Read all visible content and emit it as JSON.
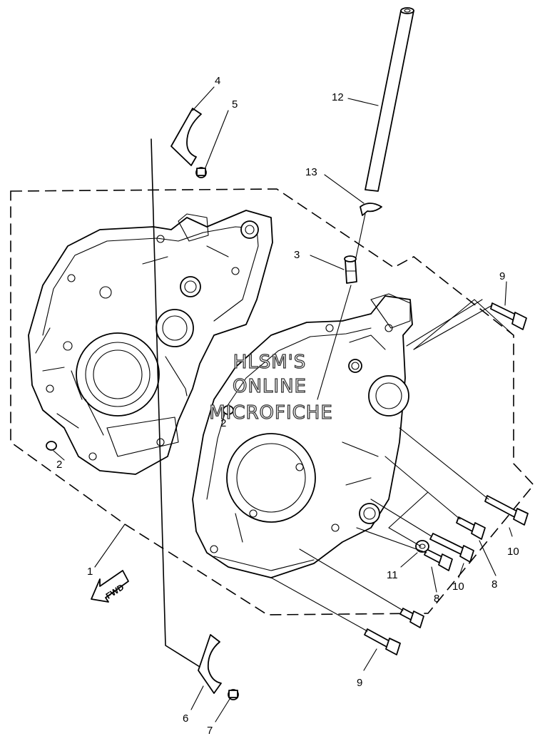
{
  "watermark": {
    "line1": "HLSM'S",
    "line2": "ONLINE",
    "line3": "MICROFICHE"
  },
  "direction_label": "FWD",
  "callouts": {
    "c1": "1",
    "c2a": "2",
    "c2b": "2",
    "c3": "3",
    "c4": "4",
    "c5": "5",
    "c6": "6",
    "c7": "7",
    "c8a": "8",
    "c8b": "8",
    "c9a": "9",
    "c9b": "9",
    "c10a": "10",
    "c10b": "10",
    "c11": "11",
    "c12": "12",
    "c13": "13"
  }
}
